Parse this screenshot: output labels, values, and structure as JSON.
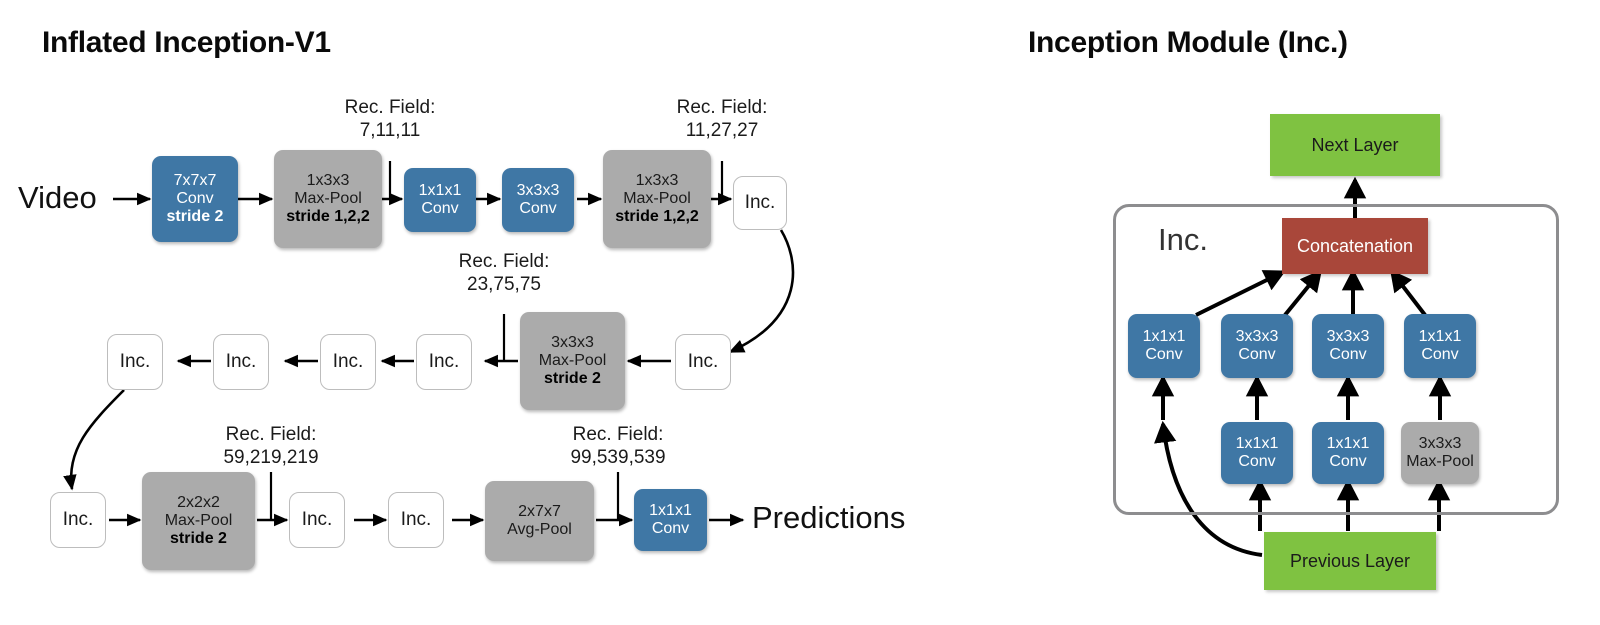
{
  "figure": {
    "left_panel_title": "Inflated Inception-V1",
    "right_panel_title": "Inception Module (Inc.)"
  },
  "colors": {
    "conv_blue": "#3f77a5",
    "pool_gray": "#ababab",
    "inc_white": "#ffffff",
    "inc_border": "#bdbdbd",
    "layer_green": "#7fc241",
    "concat_red": "#a9473a",
    "container_border": "#8d8d8f",
    "arrow_black": "#000000",
    "text_black": "#111111"
  },
  "left_panel": {
    "input_label": "Video",
    "output_label": "Predictions",
    "rec_field_label": "Rec. Field:",
    "rec_fields": [
      {
        "label": "Rec. Field:",
        "value": "7,11,11"
      },
      {
        "label": "Rec. Field:",
        "value": "11,27,27"
      },
      {
        "label": "Rec. Field:",
        "value": "23,75,75"
      },
      {
        "label": "Rec. Field:",
        "value": "59,219,219"
      },
      {
        "label": "Rec. Field:",
        "value": "99,539,539"
      }
    ],
    "nodes": [
      {
        "id": "conv7",
        "kind": "conv",
        "l1": "7x7x7",
        "l2": "Conv",
        "l3": "stride 2"
      },
      {
        "id": "pool1",
        "kind": "pool",
        "l1": "1x3x3",
        "l2": "Max-Pool",
        "l3": "stride 1,2,2"
      },
      {
        "id": "conv1a",
        "kind": "conv",
        "l1": "1x1x1",
        "l2": "Conv",
        "l3": ""
      },
      {
        "id": "conv3",
        "kind": "conv",
        "l1": "3x3x3",
        "l2": "Conv",
        "l3": ""
      },
      {
        "id": "pool2",
        "kind": "pool",
        "l1": "1x3x3",
        "l2": "Max-Pool",
        "l3": "stride 1,2,2"
      },
      {
        "id": "inc1",
        "kind": "inc",
        "l1": "Inc.",
        "l2": "",
        "l3": ""
      },
      {
        "id": "inc2",
        "kind": "inc",
        "l1": "Inc.",
        "l2": "",
        "l3": ""
      },
      {
        "id": "pool3",
        "kind": "pool",
        "l1": "3x3x3",
        "l2": "Max-Pool",
        "l3": "stride 2"
      },
      {
        "id": "inc3",
        "kind": "inc",
        "l1": "Inc.",
        "l2": "",
        "l3": ""
      },
      {
        "id": "inc4",
        "kind": "inc",
        "l1": "Inc.",
        "l2": "",
        "l3": ""
      },
      {
        "id": "inc5",
        "kind": "inc",
        "l1": "Inc.",
        "l2": "",
        "l3": ""
      },
      {
        "id": "inc6",
        "kind": "inc",
        "l1": "Inc.",
        "l2": "",
        "l3": ""
      },
      {
        "id": "inc7",
        "kind": "inc",
        "l1": "Inc.",
        "l2": "",
        "l3": ""
      },
      {
        "id": "pool4",
        "kind": "pool",
        "l1": "2x2x2",
        "l2": "Max-Pool",
        "l3": "stride 2"
      },
      {
        "id": "inc8",
        "kind": "inc",
        "l1": "Inc.",
        "l2": "",
        "l3": ""
      },
      {
        "id": "inc9",
        "kind": "inc",
        "l1": "Inc.",
        "l2": "",
        "l3": ""
      },
      {
        "id": "avgpool",
        "kind": "pool",
        "l1": "2x7x7",
        "l2": "Avg-Pool",
        "l3": ""
      },
      {
        "id": "conv1b",
        "kind": "conv",
        "l1": "1x1x1",
        "l2": "Conv",
        "l3": ""
      }
    ]
  },
  "right_panel": {
    "container_caption": "Inc.",
    "next_layer": "Next Layer",
    "previous_layer": "Previous Layer",
    "concatenation": "Concatenation",
    "branches": [
      {
        "id": "b1-top",
        "kind": "conv",
        "l1": "1x1x1",
        "l2": "Conv"
      },
      {
        "id": "b2-top",
        "kind": "conv",
        "l1": "3x3x3",
        "l2": "Conv"
      },
      {
        "id": "b3-top",
        "kind": "conv",
        "l1": "3x3x3",
        "l2": "Conv"
      },
      {
        "id": "b4-top",
        "kind": "conv",
        "l1": "1x1x1",
        "l2": "Conv"
      },
      {
        "id": "b2-bot",
        "kind": "conv",
        "l1": "1x1x1",
        "l2": "Conv"
      },
      {
        "id": "b3-bot",
        "kind": "conv",
        "l1": "1x1x1",
        "l2": "Conv"
      },
      {
        "id": "b4-bot",
        "kind": "pool",
        "l1": "3x3x3",
        "l2": "Max-Pool"
      }
    ]
  }
}
